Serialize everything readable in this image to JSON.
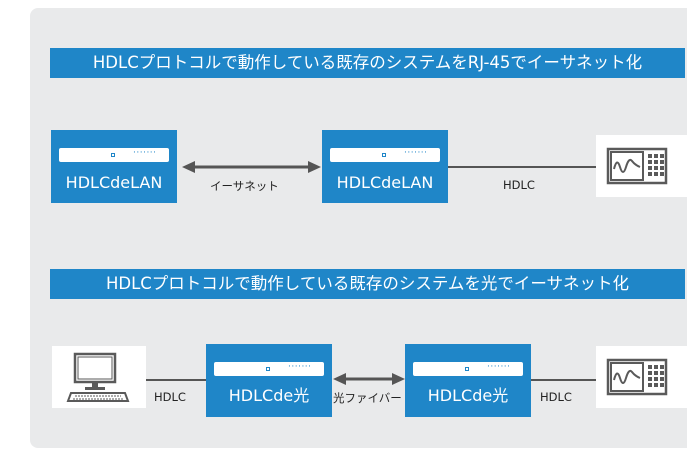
{
  "colors": {
    "accent": "#1f86c8",
    "panel": "#e9eaeb",
    "line": "#555555",
    "icon": "#5a5a5a"
  },
  "section1": {
    "title": "HDLCプロトコルで動作している既存のシステムをRJ-45でイーサネット化",
    "device_left": "HDLCdeLAN",
    "device_right": "HDLCdeLAN",
    "link_label": "イーサネット",
    "hdlc_label": "HDLC",
    "end_icon": "oscilloscope-icon"
  },
  "section2": {
    "title": "HDLCプロトコルで動作している既存のシステムを光でイーサネット化",
    "start_icon": "computer-icon",
    "hdlc_label_left": "HDLC",
    "device_left": "HDLCde光",
    "link_label": "光ファイバー",
    "device_right": "HDLCde光",
    "hdlc_label_right": "HDLC",
    "end_icon": "oscilloscope-icon"
  }
}
